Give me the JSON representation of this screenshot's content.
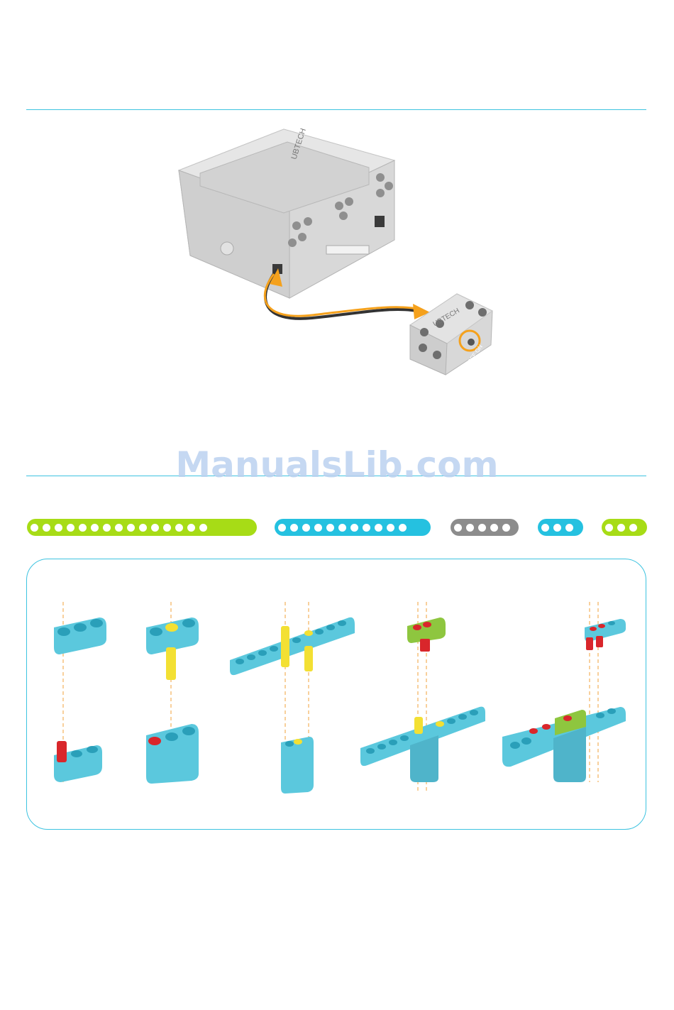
{
  "watermark": "ManualsLib.com",
  "hub": {
    "brand": "UBTECH"
  },
  "module": {
    "brand": "UBTECH",
    "switch_label": "OFF ON"
  },
  "parts_strip": [
    {
      "color": "#a7dc16",
      "holes": 15
    },
    {
      "color": "#25c1e0",
      "holes": 11
    },
    {
      "color": "#8c8c8c",
      "holes": 5
    },
    {
      "color": "#25c1e0",
      "holes": 3
    },
    {
      "color": "#a7dc16",
      "holes": 3
    }
  ],
  "colors": {
    "accent_line": "#3dc3e0",
    "beam_blue": "#5bc8dd",
    "pin_yellow": "#f3e033",
    "pin_red": "#d9262b",
    "guide_orange": "#f2a23a",
    "cable_orange": "#f5a11c"
  }
}
